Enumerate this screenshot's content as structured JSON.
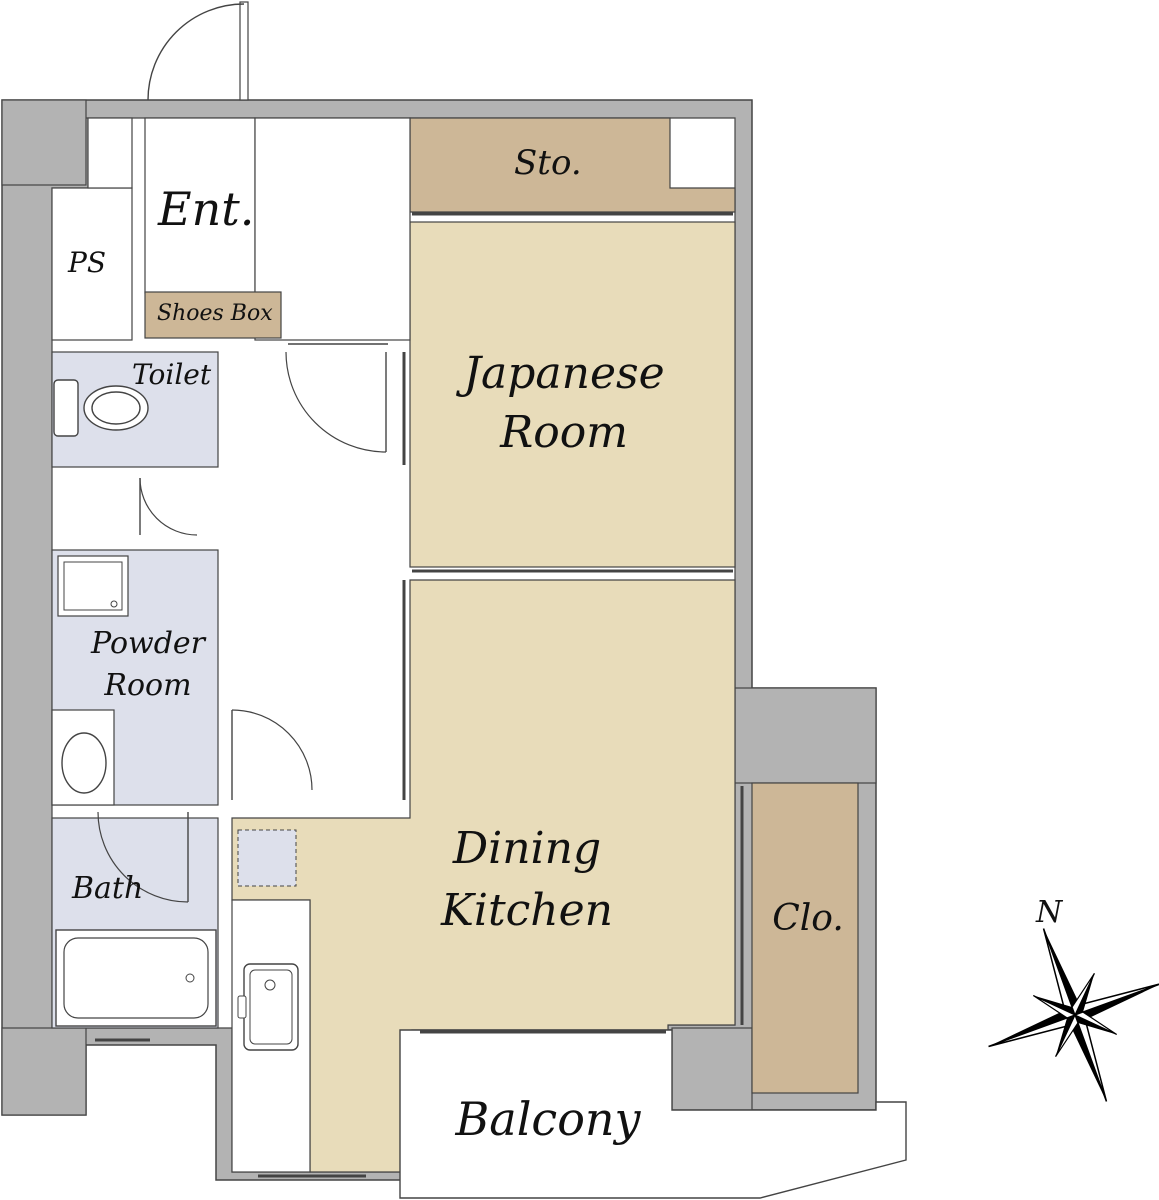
{
  "rooms": {
    "entrance": "Ent.",
    "pipe_space": "PS",
    "shoes_box": "Shoes Box",
    "storage": "Sto.",
    "toilet": "Toilet",
    "japanese_room_line1": "Japanese",
    "japanese_room_line2": "Room",
    "powder_room_line1": "Powder",
    "powder_room_line2": "Room",
    "bath": "Bath",
    "dining_kitchen_line1": "Dining",
    "dining_kitchen_line2": "Kitchen",
    "closet": "Clo.",
    "balcony": "Balcony"
  },
  "compass": {
    "north_label": "N",
    "icon": "compass-rose-icon"
  },
  "colors": {
    "wall": "#b3b3b3",
    "tatami": "#e8dcba",
    "storage": "#cdb797",
    "wet_area": "#dde0eb",
    "line": "#333333"
  }
}
